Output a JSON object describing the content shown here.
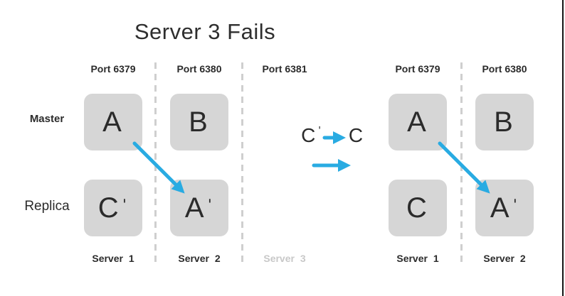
{
  "title": "Server 3 Fails",
  "colors": {
    "accent_blue": "#29abe2",
    "box_gray": "#d6d6d6",
    "text_dark": "#2b2b2b",
    "muted_gray": "#c8c8c8"
  },
  "row_labels": {
    "master": "Master",
    "replica": "Replica"
  },
  "transition": {
    "from_letter": "C",
    "from_prime": "ˈ",
    "to_letter": "C"
  },
  "left_diagram": {
    "columns": [
      {
        "port": "Port 6379",
        "master": {
          "letter": "A"
        },
        "replica": {
          "letter": "C",
          "prime": "ˈ"
        },
        "server": "Server 1"
      },
      {
        "port": "Port 6380",
        "master": {
          "letter": "B"
        },
        "replica": {
          "letter": "A",
          "prime": "ˈ"
        },
        "server": "Server 2"
      },
      {
        "port": "Port 6381",
        "server": "Server 3",
        "failed": true
      }
    ]
  },
  "right_diagram": {
    "columns": [
      {
        "port": "Port 6379",
        "master": {
          "letter": "A"
        },
        "replica": {
          "letter": "C"
        },
        "server": "Server 1"
      },
      {
        "port": "Port 6380",
        "master": {
          "letter": "B"
        },
        "replica": {
          "letter": "A",
          "prime": "ˈ"
        },
        "server": "Server 2"
      }
    ]
  }
}
